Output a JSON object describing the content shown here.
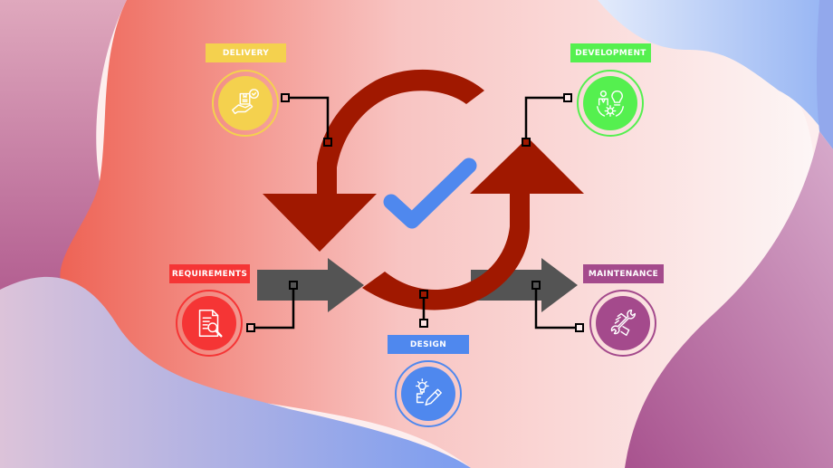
{
  "diagram": {
    "title": "Software development life cycle",
    "center_icon": "checkmark-icon",
    "stages": [
      {
        "id": "delivery",
        "label": "DELIVERY",
        "icon": "delivery-hand-box-icon",
        "color": "#f4d14e"
      },
      {
        "id": "development",
        "label": "DEVELOPMENT",
        "icon": "team-idea-gear-icon",
        "color": "#55f04f"
      },
      {
        "id": "requirements",
        "label": "REQUIREMENTS",
        "icon": "document-search-icon",
        "color": "#f53535"
      },
      {
        "id": "design",
        "label": "DESIGN",
        "icon": "idea-pencil-icon",
        "color": "#4f88ee"
      },
      {
        "id": "maintenance",
        "label": "MAINTENANCE",
        "icon": "wrench-hand-icon",
        "color": "#a44a8c"
      }
    ],
    "colors": {
      "cycle_arrow": "#a01800",
      "flow_arrow": "#545454",
      "checkmark": "#4f88ee",
      "connector": "#000000"
    }
  }
}
